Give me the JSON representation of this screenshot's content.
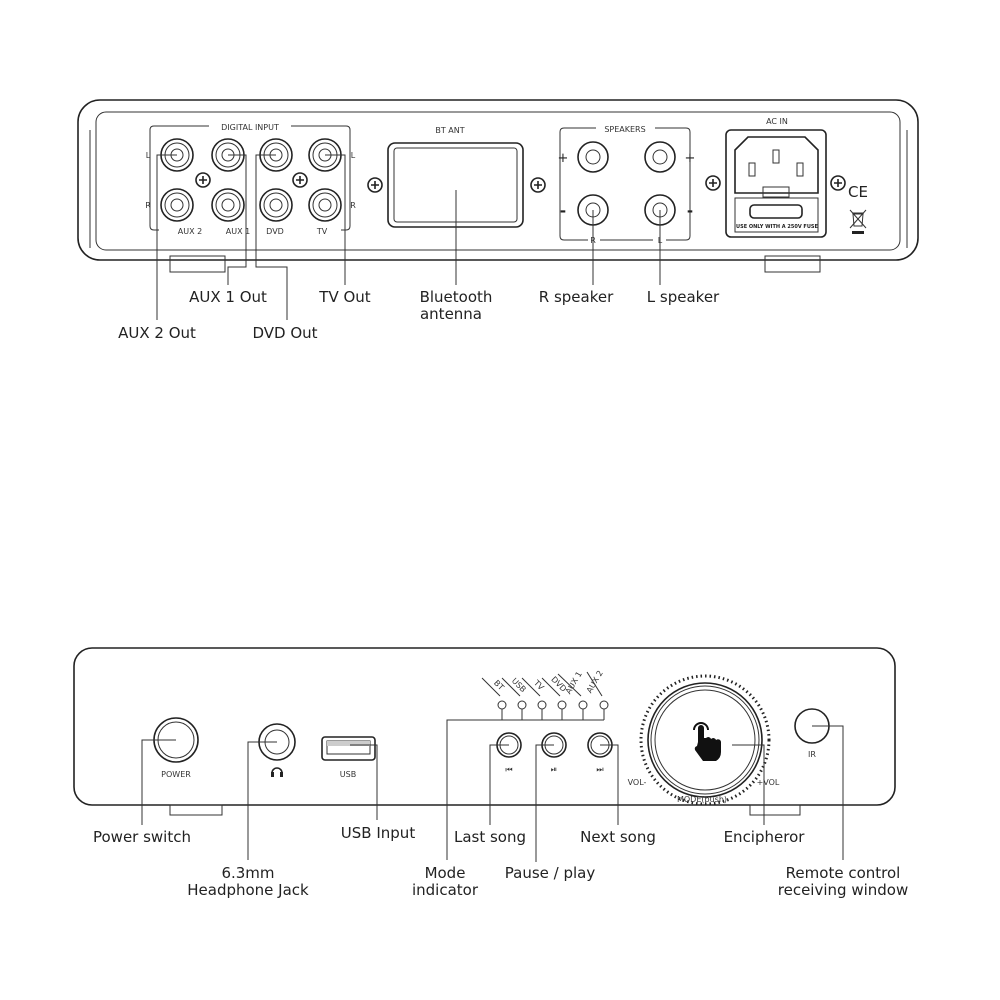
{
  "rear_panel": {
    "digital_input_label": "DIGITAL INPUT",
    "channel_l": "L",
    "channel_r": "R",
    "inputs": [
      "AUX 2",
      "AUX 1",
      "DVD",
      "TV"
    ],
    "bt_ant_label": "BT ANT",
    "speakers_label": "SPEAKERS",
    "plus": "+",
    "minus": "-",
    "speaker_r": "R",
    "speaker_l": "L",
    "ac_in_label": "AC IN",
    "fuse_text": "USE ONLY WITH A 250V FUSE",
    "ce_mark": "CE",
    "callouts": {
      "aux2_out": "AUX 2 Out",
      "aux1_out": "AUX 1 Out",
      "dvd_out": "DVD Out",
      "tv_out": "TV Out",
      "bt_antenna_1": "Bluetooth",
      "bt_antenna_2": "antenna",
      "r_speaker": "R speaker",
      "l_speaker": "L speaker"
    }
  },
  "front_panel": {
    "power_label": "POWER",
    "usb_label": "USB",
    "headphone_icon": "headphones-icon",
    "mode_leds": [
      "BT",
      "USB",
      "TV",
      "DVD",
      "AUX 1",
      "AUX 2"
    ],
    "button_icons": [
      "⏮",
      "⏯",
      "⏭"
    ],
    "vol_minus": "VOL-",
    "vol_plus": "+VOL",
    "mode_push": "MODE(push)",
    "ir_label": "IR",
    "callouts": {
      "power_switch": "Power switch",
      "headphone_1": "6.3mm",
      "headphone_2": "Headphone Jack",
      "usb_input": "USB Input",
      "mode_1": "Mode",
      "mode_2": "indicator",
      "last_song": "Last song",
      "pause_play": "Pause / play",
      "next_song": "Next song",
      "encipheror": "Encipheror",
      "remote_1": "Remote control",
      "remote_2": "receiving window"
    }
  }
}
